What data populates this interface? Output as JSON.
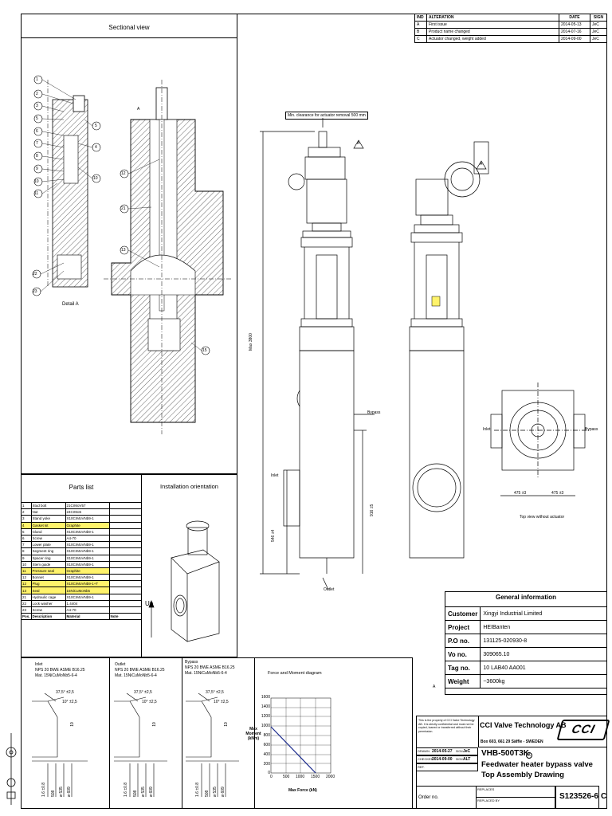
{
  "revisions": {
    "headers": [
      "IND",
      "ALTERATION",
      "DATE",
      "SIGN"
    ],
    "rows": [
      {
        "ind": "A",
        "alteration": "First issue",
        "date": "2014-05-13",
        "sign": "JeC"
      },
      {
        "ind": "B",
        "alteration": "Product name changed",
        "date": "2014-07-16",
        "sign": "JeC"
      },
      {
        "ind": "C",
        "alteration": "Actuator changed, weight added",
        "date": "2014-09-00",
        "sign": "JeC"
      }
    ]
  },
  "sectional": {
    "title": "Sectional view",
    "detail_label": "Detail A",
    "section_mark": "A",
    "balloons_left": [
      "1",
      "2",
      "3",
      "5",
      "6",
      "7",
      "8",
      "9",
      "10",
      "11",
      "22",
      "23"
    ],
    "balloons_right": [
      "5",
      "4",
      "10",
      "12",
      "21",
      "13",
      "15"
    ]
  },
  "parts": {
    "title": "Parts list",
    "footer": [
      "Pos.",
      "Description",
      "Material",
      "Note"
    ],
    "rows": [
      {
        "pos": "1",
        "desc": "Stud bolt",
        "mat": "21CrMoV57",
        "hl": false
      },
      {
        "pos": "2",
        "desc": "Nut",
        "mat": "24CrMo5",
        "hl": false
      },
      {
        "pos": "3",
        "desc": "Stand yoke",
        "mat": "X10CrMoVNb9-1",
        "hl": false
      },
      {
        "pos": "4",
        "desc": "Gasket kit",
        "mat": "Graphite",
        "hl": true
      },
      {
        "pos": "5",
        "desc": "Gland",
        "mat": "X10CrMoVNb9-1",
        "hl": false
      },
      {
        "pos": "6",
        "desc": "Screw",
        "mat": "A4-70",
        "hl": false
      },
      {
        "pos": "7",
        "desc": "Lower plate",
        "mat": "X10CrMoVNb9-1",
        "hl": false
      },
      {
        "pos": "8",
        "desc": "Segment ring",
        "mat": "X10CrMoVNb9-1",
        "hl": false
      },
      {
        "pos": "9",
        "desc": "Spacer ring",
        "mat": "X10CrMoVNb9-1",
        "hl": false
      },
      {
        "pos": "10",
        "desc": "Stem guide",
        "mat": "X10CrMoVNb9-1",
        "hl": false
      },
      {
        "pos": "11",
        "desc": "Pressure seal",
        "mat": "Graphite",
        "hl": true
      },
      {
        "pos": "12",
        "desc": "Bonnet",
        "mat": "X10CrMoVNb9-1",
        "hl": false
      },
      {
        "pos": "12",
        "desc": "Plug",
        "mat": "X10CrMoVNb9-1+T",
        "hl": true
      },
      {
        "pos": "13",
        "desc": "Seal",
        "mat": "15NiCuMoNb5",
        "hl": true
      },
      {
        "pos": "21",
        "desc": "Hydraulic cage",
        "mat": "X10CrMoVNb9-1",
        "hl": false
      },
      {
        "pos": "22",
        "desc": "Lock washer",
        "mat": "1.4404",
        "hl": false
      },
      {
        "pos": "23",
        "desc": "Screw",
        "mat": "A4-70",
        "hl": false
      }
    ]
  },
  "installation": {
    "title": "Installation orientation",
    "up_label": "Up"
  },
  "assembly": {
    "clearance_note": "Min. clearance for actuator removal 500 mm",
    "max_dim": "Max 3800",
    "dim_546": "546 ±4",
    "dim_916": "916 ±5",
    "inlet": "Inlet",
    "outlet": "Outlet",
    "bypass": "Bypass",
    "revision_flag": "A",
    "top_view": {
      "caption": "Top view without actuator",
      "inlet": "Inlet",
      "bypass": "Bypass",
      "dim_left": "475 ±3",
      "dim_right": "475 ±3"
    }
  },
  "general_info": {
    "title": "General information",
    "rows": [
      {
        "label": "Customer",
        "value": "Xingyi Industrial Limited"
      },
      {
        "label": "Project",
        "value": "HEIBanten"
      },
      {
        "label": "P.O no.",
        "value": "131125-020930-8"
      },
      {
        "label": "Vo no.",
        "value": "309065.10"
      },
      {
        "label": "Tag no.",
        "value": "10 LAB40 AA001"
      },
      {
        "label": "Weight",
        "value": "~3600kg"
      }
    ]
  },
  "ends": [
    {
      "title": "Inlet",
      "spec1": "NPS 20 BWE ASME B16.25",
      "spec2": "Mat. 15NiCuMoNb5-6-4",
      "angle1": "37,5° ±2,5",
      "angle2": "10° ±2,5",
      "dim": "19",
      "b1": "1.6 ±0.8",
      "b2": "508",
      "b3": "ø 535",
      "b4": "ø 609"
    },
    {
      "title": "Outlet",
      "spec1": "NPS 20 BWE ASME B16.25",
      "spec2": "Mat. 15NiCuMoNb5-6-4",
      "angle1": "37,5° ±2,5",
      "angle2": "10° ±2,5",
      "dim": "19",
      "b1": "1.6 ±0.8",
      "b2": "508",
      "b3": "ø 535",
      "b4": "ø 609"
    },
    {
      "title": "Bypass",
      "spec1": "NPS 20 BWE ASME B16.25",
      "spec2": "Mat. 15NiCuMoNb5-6-4",
      "angle1": "37,5° ±2,5",
      "angle2": "10° ±2,5",
      "dim": "19",
      "b1": "1.6 ±0.8",
      "b2": "508",
      "b3": "ø 535",
      "b4": "ø 609"
    }
  ],
  "force_chart": {
    "title": "Force and Moment diagram",
    "ylabel": "Max Moment (kNm)",
    "xlabel": "Max Force (kN)",
    "xticks": [
      "0",
      "500",
      "1000",
      "1500",
      "2000"
    ],
    "yticks": [
      "0",
      "200",
      "400",
      "600",
      "800",
      "1000",
      "1200",
      "1400",
      "1600"
    ]
  },
  "title_block": {
    "property_note": "This is the property of CCI Valve Technology AB. It is strictly confidential and must not be copied, loaned or transferred without their permission.",
    "company": "CCI Valve Technology AB",
    "address": "Box 603, 661 29 Säffle - SWEDEN",
    "logo_text": "CCI",
    "drawn_label": "DRAWN",
    "drawn_date": "2014-05-27",
    "drawn_sign": "JeC",
    "checked_label": "CHECKED",
    "checked_date": "2014-09-00",
    "checked_sign": "ALT",
    "sign_label": "SIGN",
    "ref_label": "REF.",
    "replaces_label": "REPLACES",
    "replaced_by_label": "REPLACED BY",
    "model": "VHB-500T3K",
    "desc1": "Feedwater heater bypass valve",
    "desc2": "Top Assembly Drawing",
    "order_label": "Order no.",
    "drawing_no": "S123526-6",
    "rev": "C"
  }
}
